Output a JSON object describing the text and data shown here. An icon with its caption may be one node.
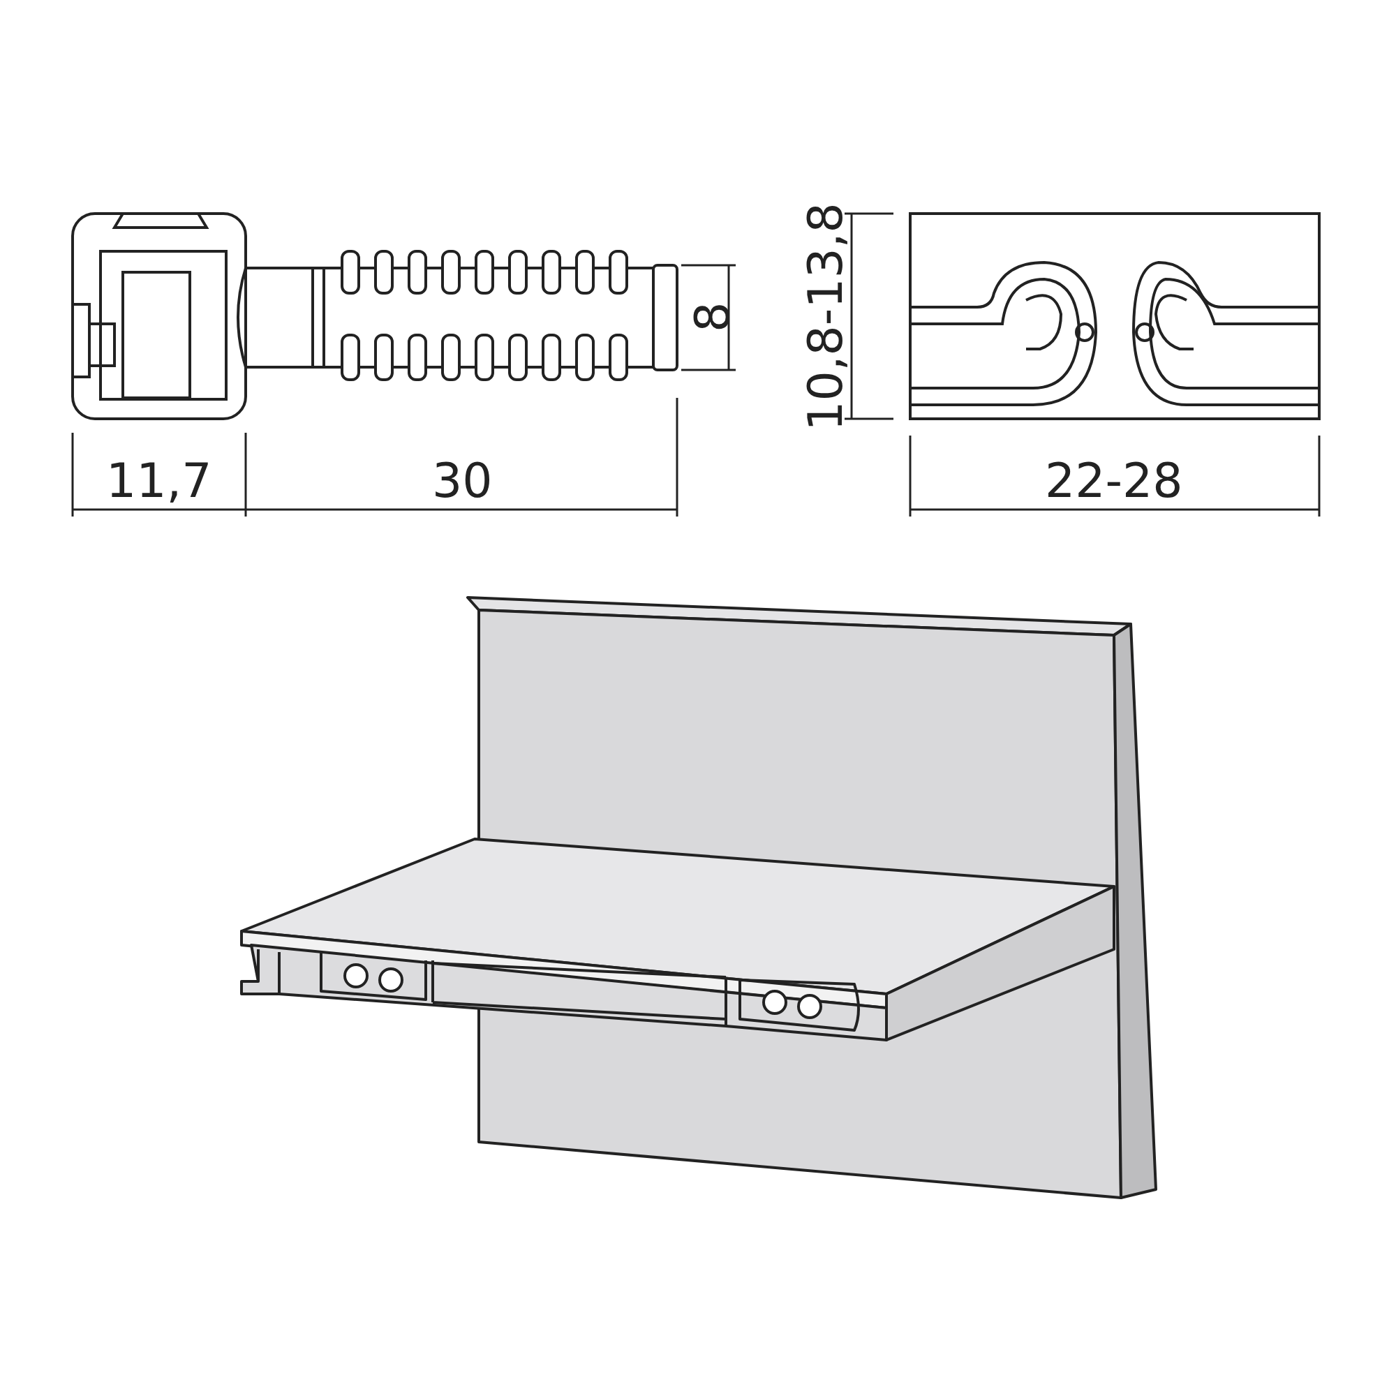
{
  "diagram": {
    "labels": [
      "10,8-13,8",
      "8",
      "11,7",
      "30",
      "22-28"
    ]
  }
}
